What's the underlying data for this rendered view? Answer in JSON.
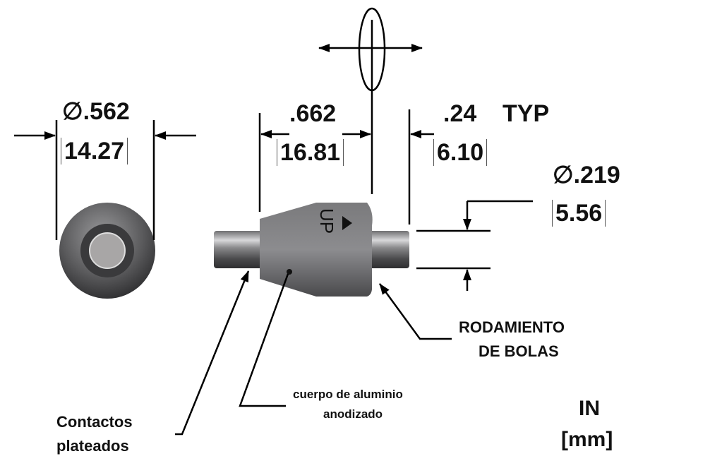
{
  "dimensions": {
    "outer_diameter": {
      "inch": "∅.562",
      "mm": "14.27"
    },
    "body_length": {
      "inch": ".662",
      "mm": "16.81"
    },
    "pin_length": {
      "inch": ".24",
      "suffix": "TYP",
      "mm": "6.10"
    },
    "pin_diameter": {
      "inch": "∅.219",
      "mm": "5.56"
    }
  },
  "part_marking": "UP",
  "callouts": {
    "bearing": [
      "RODAMIENTO",
      "DE BOLAS"
    ],
    "body": [
      "cuerpo de aluminio",
      "anodizado"
    ],
    "contacts": [
      "Contactos",
      "plateados"
    ]
  },
  "units": {
    "primary": "IN",
    "secondary": "[mm]"
  }
}
